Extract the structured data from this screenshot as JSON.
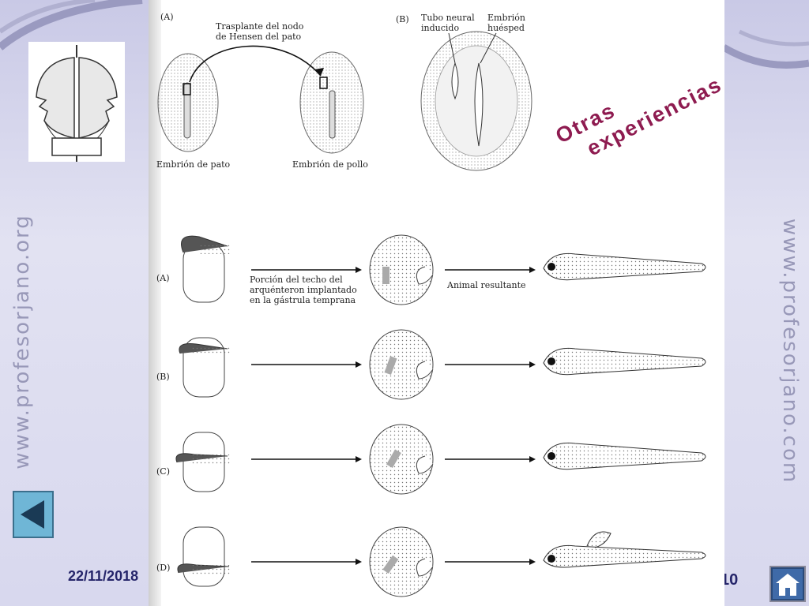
{
  "slide": {
    "date": "22/11/2018",
    "page_number": "10",
    "side_text_left": "www.profesorjano.org",
    "side_text_right": "www.profesorjano.com",
    "overlay_title_line1": "Otras",
    "overlay_title_line2": "experiencias",
    "title_color": "#8e1b50"
  },
  "figure_top": {
    "panel_a_label": "(A)",
    "transplant_line1": "Trasplante del nodo",
    "transplant_line2": "de Hensen del pato",
    "duck_embryo": "Embrión de pato",
    "chick_embryo": "Embrión de pollo",
    "panel_b_label": "(B)",
    "induced_line1": "Tubo neural",
    "induced_line2": "inducido",
    "host_line1": "Embrión",
    "host_line2": "huésped"
  },
  "figure_bottom": {
    "rows": [
      "(A)",
      "(B)",
      "(C)",
      "(D)"
    ],
    "implant_line1": "Porción del techo del",
    "implant_line2": "arquénteron implantado",
    "implant_line3": "en la gástrula temprana",
    "result_label": "Animal resultante"
  },
  "icons": {
    "back": "triangle-left-icon",
    "home": "home-icon"
  }
}
